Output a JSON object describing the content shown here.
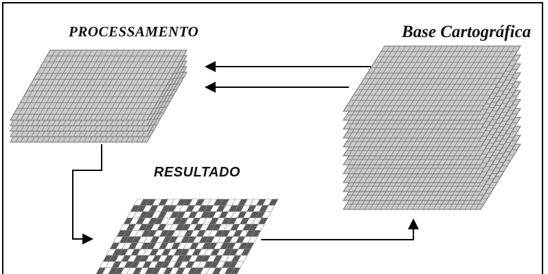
{
  "labels": {
    "processing": "PROCESSAMENTO",
    "base": "Base Cartográfica",
    "result": "RESULTADO"
  },
  "colors": {
    "layer_fill": "#c9c9c9",
    "grid_line": "#6e6e6e",
    "result_dark": "#5a5a5a",
    "result_light": "#ffffff",
    "arrow": "#000000"
  },
  "stacks": {
    "processing_layers": 5,
    "base_layers": 12
  },
  "result_pattern": [
    "01101001101001100100101",
    "11010110010110101101010",
    "00110101101011010010110",
    "10101100110100101101001",
    "01011010011010110010110",
    "11001101100101001101011",
    "01110010110110110010100",
    "10010110101001011011011",
    "01101001010110100101101",
    "11010110101011011010010",
    "00101101011010100110110",
    "10110010110101011001011"
  ]
}
